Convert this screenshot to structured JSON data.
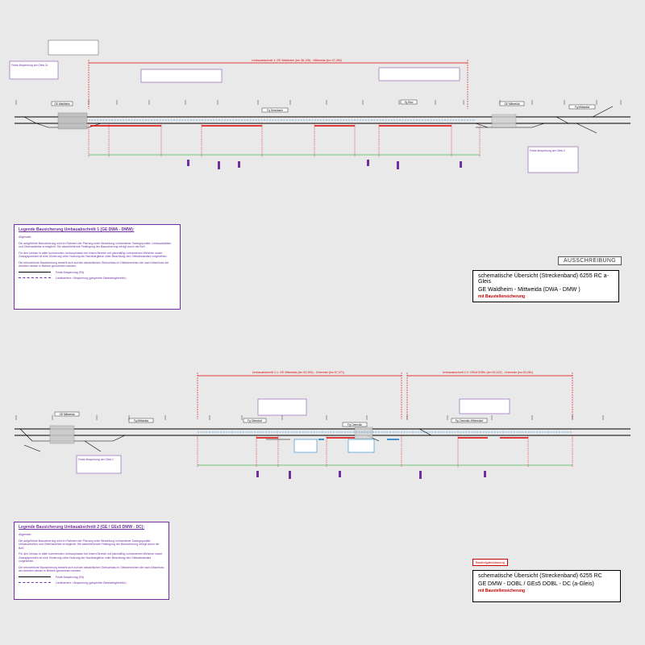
{
  "stamp": "AUSSCHREIBUNG",
  "top": {
    "section_label": "Umbauabschnitt 1: GE Waldheim (km 36,135) - Mittweida (km 47,250)",
    "stations": [
      "GE Waldheim",
      "Fg Schulbach",
      "Fg Ebw",
      "GE Mittweida",
      "Fg Mittweida"
    ],
    "note_left": "Feste Absperrung am Gleis 21",
    "note_right": "Feste Absperrung am Gleis 2"
  },
  "bottom": {
    "section_a_label": "Umbauabschnitt 2-1: GE Mittweida (km 52,300) - Chemnitz (km 57,071)",
    "section_b_label": "Umbauabschnitt 2-2: GEs5 DOBL (km 59,122) - Chemnitz (km 63,281)",
    "stations": [
      "GE Mittweida",
      "Fg Mittweida",
      "Fg Ottendorf",
      "Fg Chemnitz",
      "Fg Chemnitz-Hilbersdorf"
    ],
    "note_left": "Feste Absperrung am Gleis 1"
  },
  "legend1": {
    "title": "Legende Bausicherung Umbauabschnitt 1 (GE DWA - DMW):",
    "p1": "Allgemein:",
    "p2": "Die aufgeführte Bausicherung wird im Rahmen der Planung unter Beachtung vorhandener Zwangspunkte, Umbauarbeiten und Oberbauleiste ermöglicht. Die abschließende Festlegung der Bausicherung erfolgt durch die BzS.",
    "p3": "Für den Umbau in allen kommenden Umbauphasen bei einem Bereich mit planmäßig vorhandenen Weichen sowie Zwangspunkten ist eine Sicherung unter Nutzung der Nachbargleise unter Beachtung des Gleisabstandes vorgesehen.",
    "p4": "Die erforderliche Bausicherung besteht sich auf den tatsächlichen Gleisumbau in Gleisbereichen die nach Abschluss der Arbeiten wieder in Betrieb genommen werden.",
    "leg1": "Feste Absperrung (FA)",
    "leg2": "Lichtbarriere / Absperrung (gesperrter Bahnsteigbereich)"
  },
  "legend2": {
    "title": "Legende Bausicherung Umbauabschnitt 2 (GE / GEs5 DMW - DC):",
    "p1": "Allgemein:",
    "p2": "Die aufgeführte Bausicherung wird im Rahmen der Planung unter Beachtung vorhandener Zwangspunkte, Umbauarbeiten und Oberbauleiste ermöglicht. Die abschließende Festlegung der Bausicherung erfolgt durch die BzS.",
    "p3": "Für den Umbau in allen kommenden Umbauphasen bei einem Bereich mit planmäßig vorhandenen Weichen sowie Zwangspunkten ist eine Sicherung unter Nutzung der Nachbargleise unter Beachtung des Gleisabstandes vorgesehen.",
    "p4": "Die erforderliche Bausicherung besteht sich auf den tatsächlichen Gleisumbau in Gleisbereichen die nach Abschluss der Arbeiten wieder in Betrieb genommen werden.",
    "leg1": "Feste Absperrung (FA)",
    "leg2": "Lichtbarriere / Absperrung (gesperrter Bahnsteigbereich)"
  },
  "title1": {
    "line1": "schematische Übersicht (Streckenband) 6255 RC a-Gleis",
    "line2": "GE Waldheim - Mittweida (DWA - DMW )",
    "line3": "mit Baustellensicherung"
  },
  "title2": {
    "line1": "schematische Übersicht (Streckenband) 6255 RC",
    "line2": "GE DMW - DOBL / GEs5 DOBL - DC (a-Gleis)",
    "line3": "mit Baustellensicherung"
  },
  "redtag": "Baufreigabeplanung",
  "colors": {
    "track": "#000000",
    "closure": "#e00000",
    "purple": "#7030a0",
    "blue": "#0070c0",
    "green": "#00a000"
  }
}
